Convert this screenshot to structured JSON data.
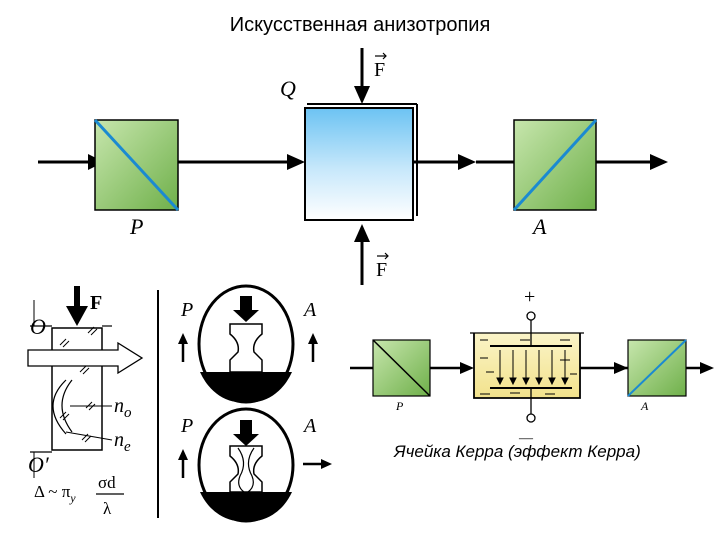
{
  "title": "Искусственная анизотропия",
  "top_setup": {
    "force_top": "F",
    "force_bottom": "F",
    "sample": "Q",
    "polarizer": "P",
    "analyzer": "A"
  },
  "photoelastic": {
    "force": "F",
    "top_axis": "O",
    "bottom_axis": "O′",
    "n_o_base": "n",
    "n_o_sub": "o",
    "n_e_base": "n",
    "n_e_sub": "e",
    "formula_lhs": "Δ ~ π",
    "formula_sub": "y",
    "formula_num": "σd",
    "formula_den": "λ"
  },
  "fringe_panels": {
    "p_top": "P",
    "a_top": "A",
    "p_bottom": "P",
    "a_bottom": "A"
  },
  "kerr": {
    "plus": "+",
    "minus": "—",
    "polarizer": "P",
    "analyzer": "A",
    "caption": "Ячейка Керра (эффект Керра)"
  },
  "colors": {
    "green": "#8fc66e",
    "blue": "#a9d8f6",
    "line": "#1b8ad1"
  }
}
